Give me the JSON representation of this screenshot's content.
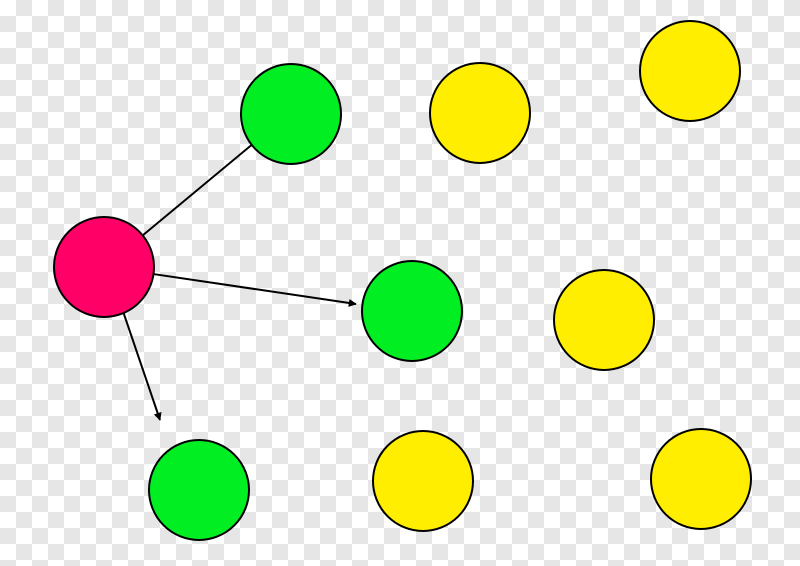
{
  "colors": {
    "checker_light": "#ffffff",
    "checker_dark": "#e6e6e6",
    "source_fill": "#ff0066",
    "reached_fill": "#00ee22",
    "pending_fill": "#ffee00",
    "stroke": "#000000"
  },
  "nodes": [
    {
      "id": "source",
      "status": "source"
    },
    {
      "id": "n1",
      "status": "reached"
    },
    {
      "id": "n2",
      "status": "reached"
    },
    {
      "id": "n3",
      "status": "reached"
    },
    {
      "id": "n4",
      "status": "pending"
    },
    {
      "id": "n5",
      "status": "pending"
    },
    {
      "id": "n6",
      "status": "pending"
    },
    {
      "id": "n7",
      "status": "pending"
    },
    {
      "id": "n8",
      "status": "pending"
    }
  ],
  "edges": [
    {
      "from": "source",
      "to": "n1"
    },
    {
      "from": "source",
      "to": "n2"
    },
    {
      "from": "source",
      "to": "n3"
    }
  ]
}
